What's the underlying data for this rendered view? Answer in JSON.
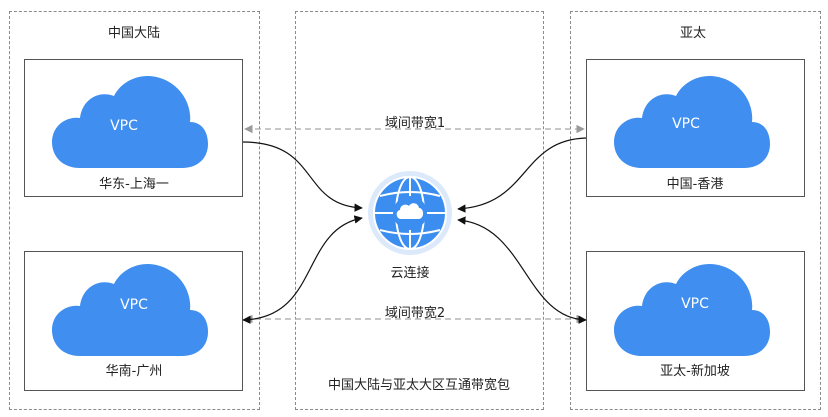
{
  "regions": {
    "mainland": {
      "label": "中国大陆"
    },
    "middle": {
      "label": "中国大陆与亚太大区互通带宽包"
    },
    "apac": {
      "label": "亚太"
    }
  },
  "vpcs": [
    {
      "cloud_text": "VPC",
      "label": "华东-上海一"
    },
    {
      "cloud_text": "VPC",
      "label": "华南-广州"
    },
    {
      "cloud_text": "VPC",
      "label": "中国-香港"
    },
    {
      "cloud_text": "VPC",
      "label": "亚太-新加坡"
    }
  ],
  "hub": {
    "label": "云连接"
  },
  "bandwidths": [
    {
      "label": "域间带宽1"
    },
    {
      "label": "域间带宽2"
    }
  ],
  "colors": {
    "cloud": "#3f8ef0",
    "globe": "#3b8ef0",
    "dashed_line": "#a8a8a8",
    "connector": "#222222"
  }
}
